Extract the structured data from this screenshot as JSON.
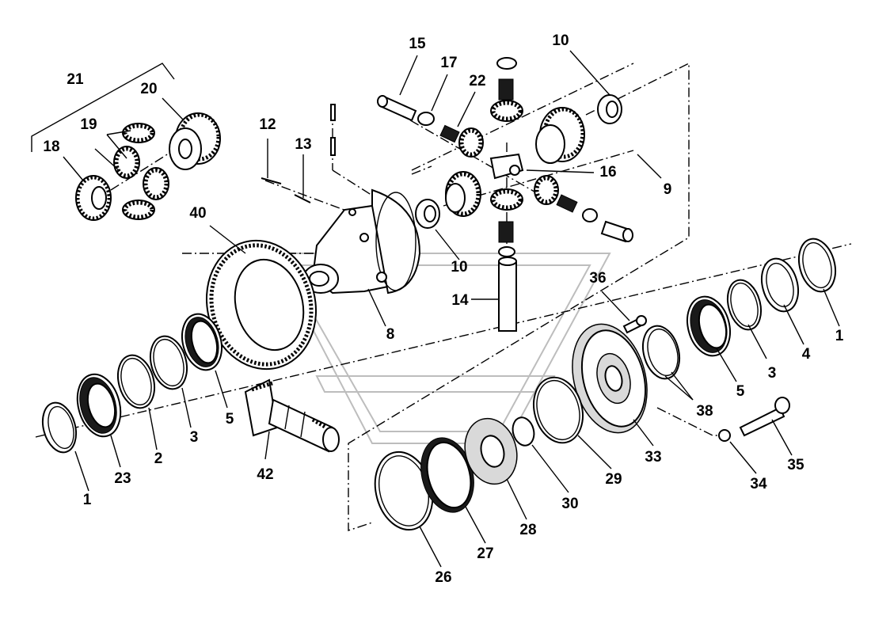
{
  "diagram": {
    "callouts": [
      "1",
      "1",
      "2",
      "3",
      "3",
      "4",
      "5",
      "5",
      "8",
      "9",
      "10",
      "10",
      "12",
      "13",
      "14",
      "15",
      "16",
      "17",
      "18",
      "19",
      "20",
      "21",
      "22",
      "23",
      "26",
      "27",
      "28",
      "29",
      "30",
      "33",
      "34",
      "35",
      "36",
      "38",
      "40",
      "42"
    ]
  }
}
